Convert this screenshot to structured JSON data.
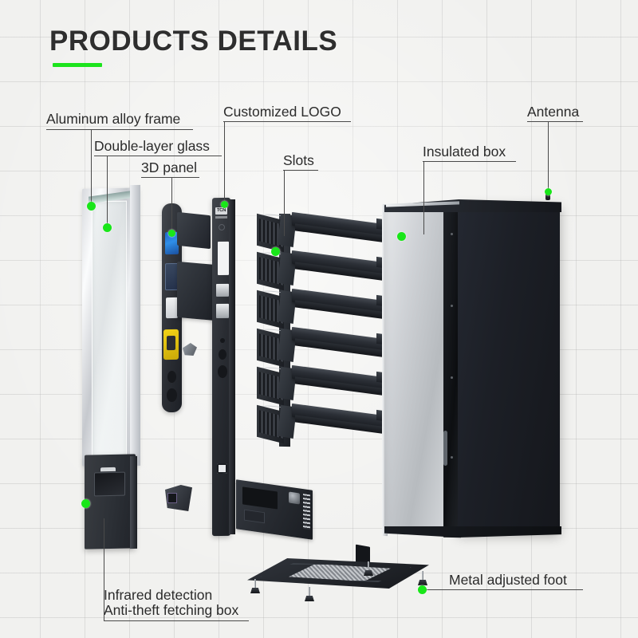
{
  "header": {
    "title": "PRODUCTS DETAILS",
    "accent_color": "#1ce41c",
    "rule": ""
  },
  "theme": {
    "background": "#f2f2f0",
    "grid_line": "#aaaaa8",
    "marker_color": "#19e619",
    "leader_color": "#4a4a4a",
    "text_color": "#2b2b2b",
    "cabinet_dark": "#1c1f26",
    "aluminum_light": "#d8dade"
  },
  "callouts": [
    {
      "id": "aluminum-alloy-frame",
      "label": "Aluminum alloy frame"
    },
    {
      "id": "double-layer-glass",
      "label": "Double-layer glass"
    },
    {
      "id": "3d-panel",
      "label": "3D panel"
    },
    {
      "id": "customized-logo",
      "label": "Customized LOGO"
    },
    {
      "id": "slots",
      "label": "Slots"
    },
    {
      "id": "insulated-box",
      "label": "Insulated box"
    },
    {
      "id": "antenna",
      "label": "Antenna"
    },
    {
      "id": "metal-adjusted-foot",
      "label": "Metal adjusted foot"
    },
    {
      "id": "infrared-detection",
      "label": "Infrared detection"
    },
    {
      "id": "anti-theft-fetching-box",
      "label": "Anti-theft fetching box"
    }
  ],
  "parts": {
    "logo_text": "TCN",
    "frame": "aluminum-alloy-frame-part",
    "glass": "double-layer-glass-part",
    "panel": "3d-panel-part",
    "door": "front-door-column-part",
    "rack": "slots-rack-part",
    "cabinet": "insulated-box-part",
    "board": "control-board-part",
    "bracket": "mounting-bracket-part",
    "base": "base-frame-part",
    "fetchbox": "fetching-box-part",
    "antenna": "antenna-part"
  }
}
